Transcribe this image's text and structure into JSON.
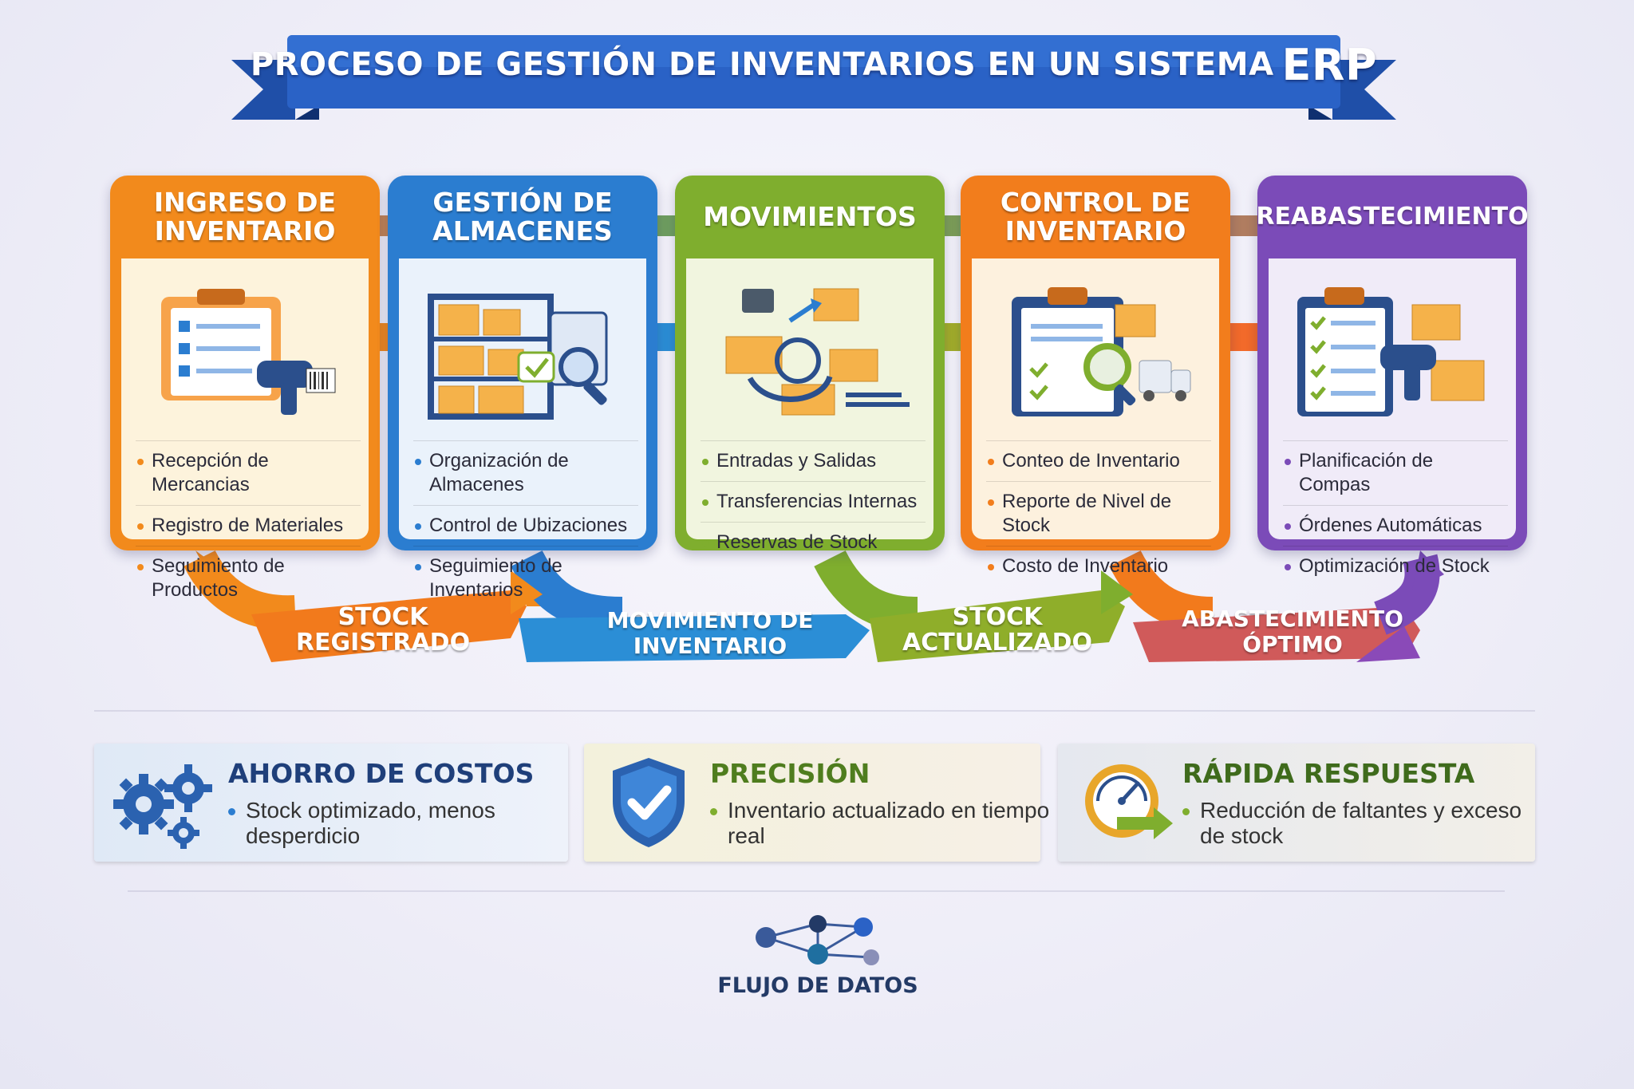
{
  "title": {
    "main": "PROCESO DE GESTIÓN DE INVENTARIOS EN UN SISTEMA",
    "highlight": "ERP"
  },
  "stages": [
    {
      "heading": "INGRESO DE INVENTARIO",
      "items": [
        "Recepción de Mercancias",
        "Registro de Materiales",
        "Seguimiento de Productos"
      ]
    },
    {
      "heading": "GESTIÓN DE ALMACENES",
      "items": [
        "Organización de Almacenes",
        "Control de Ubizaciones",
        "Seguimiento de Inventarios"
      ]
    },
    {
      "heading": "MOVIMIENTOS",
      "items": [
        "Entradas y Salidas",
        "Transferencias Internas",
        "Reservas de Stock"
      ]
    },
    {
      "heading": "CONTROL DE INVENTARIO",
      "items": [
        "Conteo de Inventario",
        "Reporte de Nivel de Stock",
        "Costo de Inventario"
      ]
    },
    {
      "heading": "REABASTECIMIENTO",
      "items": [
        "Planificación de Compas",
        "Órdenes Automáticas",
        "Optimización de Stock"
      ]
    }
  ],
  "outcomes": [
    "STOCK REGISTRADO",
    "MOVIMIENTO DE INVENTARIO",
    "STOCK ACTUALIZADO",
    "ABASTECIMIENTO ÓPTIMO"
  ],
  "benefits": [
    {
      "title": "AHORRO DE COSTOS",
      "text": "Stock optimizado, menos desperdicio",
      "icon": "gears-icon"
    },
    {
      "title": "PRECISIÓN",
      "text": "Inventario actualizado en tiempo real",
      "icon": "shield-check-icon"
    },
    {
      "title": "RÁPIDA RESPUESTA",
      "text": "Reducción de faltantes y exceso de stock",
      "icon": "speedometer-icon"
    }
  ],
  "footer": {
    "label": "FLUJO DE DATOS",
    "icon": "data-network-icon"
  },
  "colors": {
    "orange": "#f28a1c",
    "blue": "#2b7dd0",
    "green": "#7fae2e",
    "purple": "#7b4bb8",
    "navy": "#233a66"
  }
}
